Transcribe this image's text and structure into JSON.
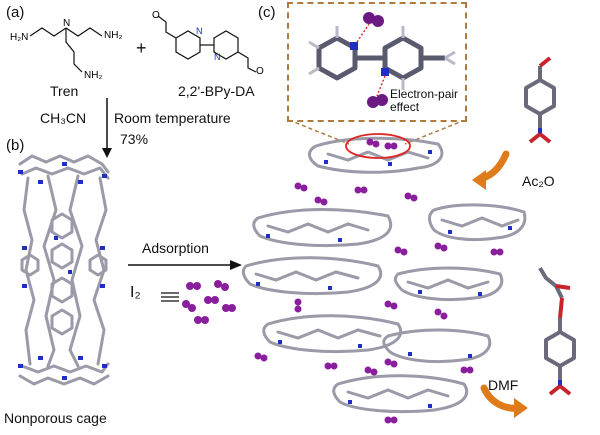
{
  "panels": {
    "a": "(a)",
    "b": "(b)",
    "c": "(c)"
  },
  "reaction": {
    "reagent1": "Tren",
    "plus": "+",
    "reagent2": "2,2'-BPy-DA",
    "solvent": "CH3CN",
    "condition": "Room temperature",
    "yield": "73%"
  },
  "cage": {
    "label": "Nonporous cage"
  },
  "adsorption": {
    "label": "Adsorption",
    "guest": "I2"
  },
  "inset": {
    "annotation_line1": "Electron-pair",
    "annotation_line2": "effect"
  },
  "steps": {
    "step1": "Ac2O",
    "step2": "DMF"
  },
  "colors": {
    "carbon": "#9a9aa8",
    "nitrogen": "#1f2fbf",
    "iodine": "#8a1f9e",
    "oxygen": "#c8242b",
    "highlight": "#e02424",
    "inset_border": "#b07a3a",
    "arrow_orange": "#e07b1c"
  }
}
